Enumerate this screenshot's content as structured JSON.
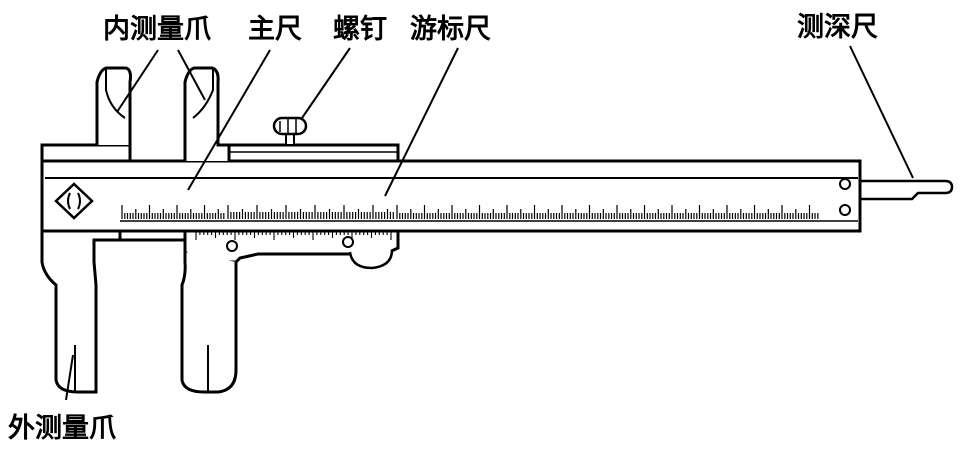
{
  "labels": {
    "inner_jaw": "内测量爪",
    "main_scale": "主尺",
    "screw": "螺钉",
    "vernier": "游标尺",
    "depth_rod": "测深尺",
    "outer_jaw": "外测量爪"
  },
  "colors": {
    "stroke": "#000000",
    "background": "#ffffff"
  }
}
